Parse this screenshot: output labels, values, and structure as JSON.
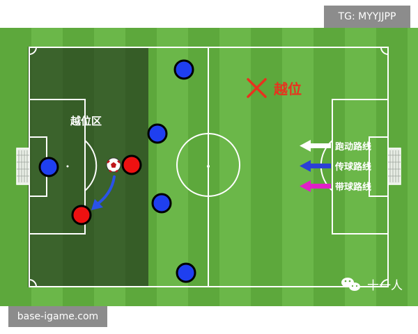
{
  "badges": {
    "telegram": "TG: MYYJJPP",
    "site": "base-igame.com"
  },
  "diagram": {
    "offside_zone_label": "越位区",
    "offside_mark_label": "越位",
    "legend": [
      {
        "label": "跑动路线",
        "color": "#ffffff"
      },
      {
        "label": "传球路线",
        "color": "#2c3fd6"
      },
      {
        "label": "带球路线",
        "color": "#e020c8"
      }
    ],
    "watermark": "十一人"
  },
  "colors": {
    "blue_team": "#1f3ff0",
    "red_team": "#ee1111",
    "offside_x": "#e8321e",
    "pass_arrow": "#2a52e8"
  }
}
